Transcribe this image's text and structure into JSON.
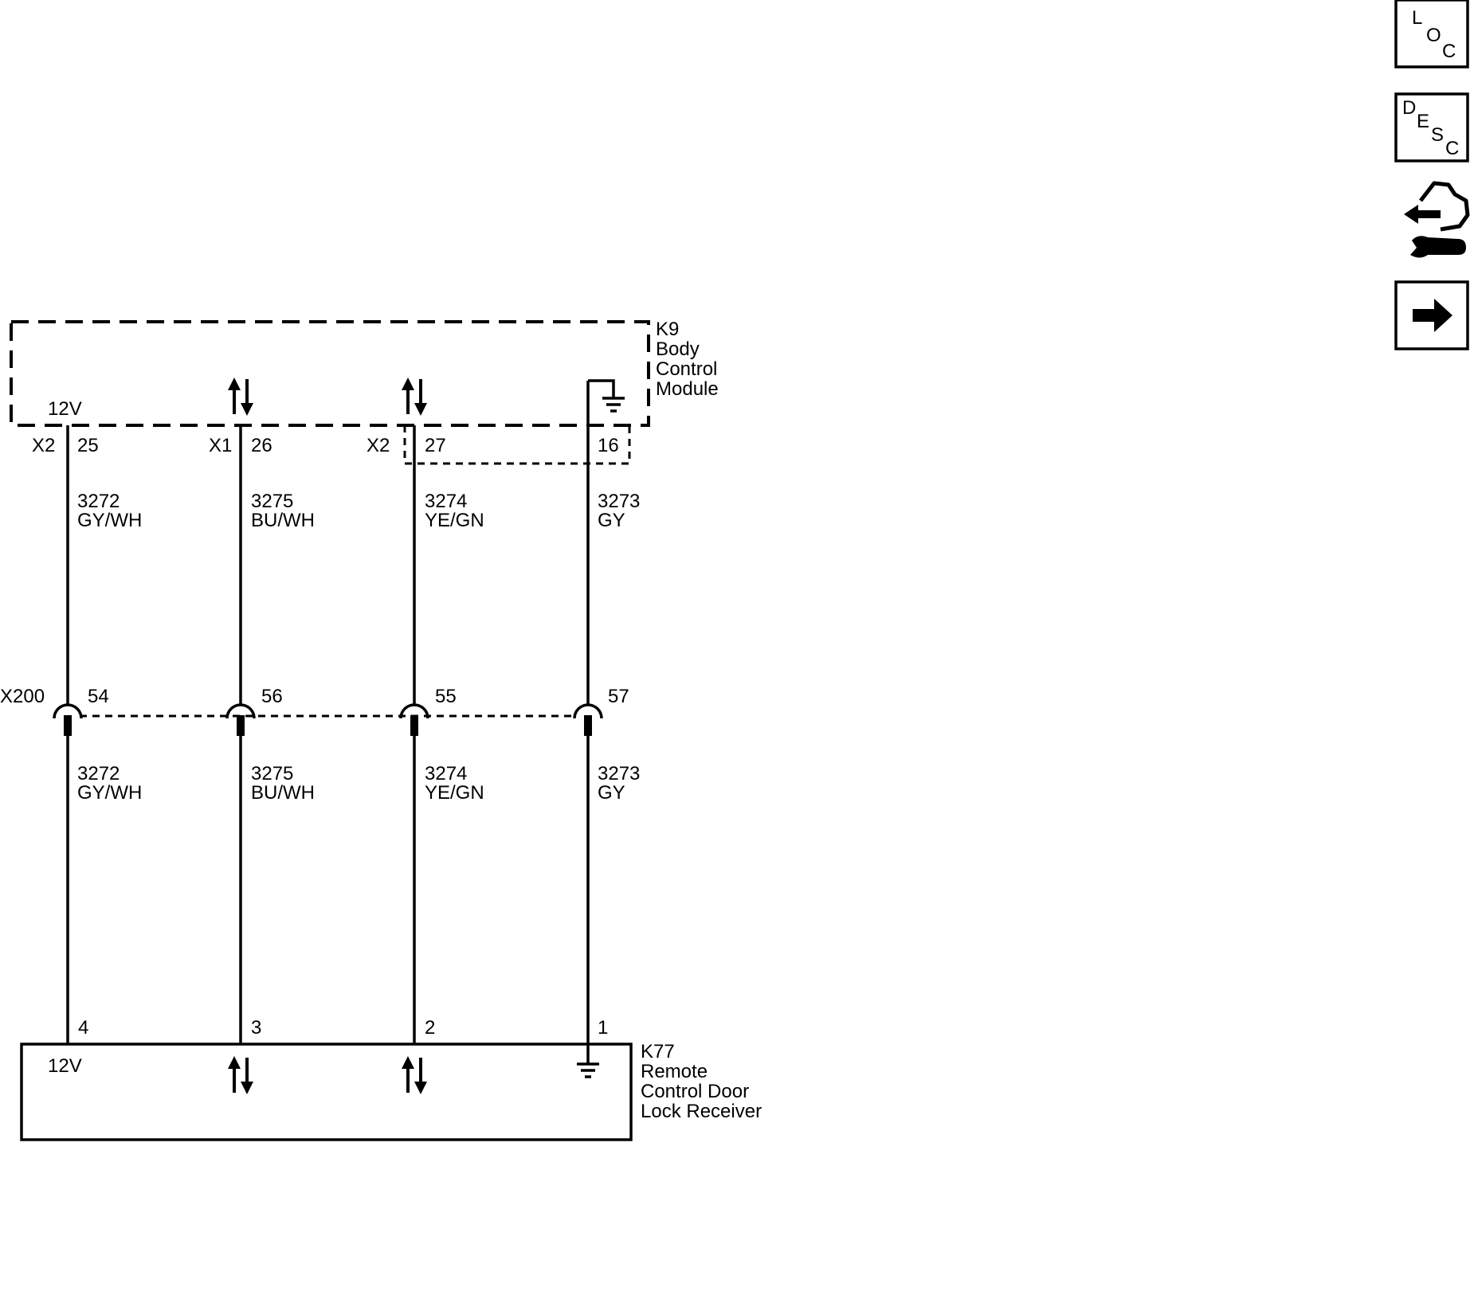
{
  "modules": {
    "bcm": {
      "id": "K9",
      "name_lines": [
        "Body",
        "Control",
        "Module"
      ]
    },
    "receiver": {
      "id": "K77",
      "name_lines": [
        "Remote",
        "Control Door",
        "Lock Receiver"
      ]
    }
  },
  "inline_connector": {
    "id": "X200"
  },
  "circuits": [
    {
      "bcm_connector": "X2",
      "bcm_pin": "25",
      "bcm_symbol": "12V",
      "upper_circuit": "3272",
      "upper_color": "GY/WH",
      "inline_pin": "54",
      "lower_circuit": "3272",
      "lower_color": "GY/WH",
      "receiver_pin": "4",
      "receiver_symbol": "12V"
    },
    {
      "bcm_connector": "X1",
      "bcm_pin": "26",
      "bcm_symbol": "bidirectional-arrows",
      "upper_circuit": "3275",
      "upper_color": "BU/WH",
      "inline_pin": "56",
      "lower_circuit": "3275",
      "lower_color": "BU/WH",
      "receiver_pin": "3",
      "receiver_symbol": "bidirectional-arrows"
    },
    {
      "bcm_connector": "X2",
      "bcm_pin": "27",
      "bcm_symbol": "bidirectional-arrows",
      "upper_circuit": "3274",
      "upper_color": "YE/GN",
      "inline_pin": "55",
      "lower_circuit": "3274",
      "lower_color": "YE/GN",
      "receiver_pin": "2",
      "receiver_symbol": "bidirectional-arrows"
    },
    {
      "bcm_connector": "",
      "bcm_pin": "16",
      "bcm_symbol": "ground",
      "upper_circuit": "3273",
      "upper_color": "GY",
      "inline_pin": "57",
      "lower_circuit": "3273",
      "lower_color": "GY",
      "receiver_pin": "1",
      "receiver_symbol": "ground"
    }
  ],
  "side_icons": {
    "loc": {
      "letters": [
        "L",
        "O",
        "C"
      ]
    },
    "desc": {
      "letters": [
        "D",
        "E",
        "S",
        "C"
      ]
    },
    "connector_repair": {
      "icon": "connector-repair-icon"
    },
    "next": {
      "icon": "right-arrow-icon"
    }
  }
}
